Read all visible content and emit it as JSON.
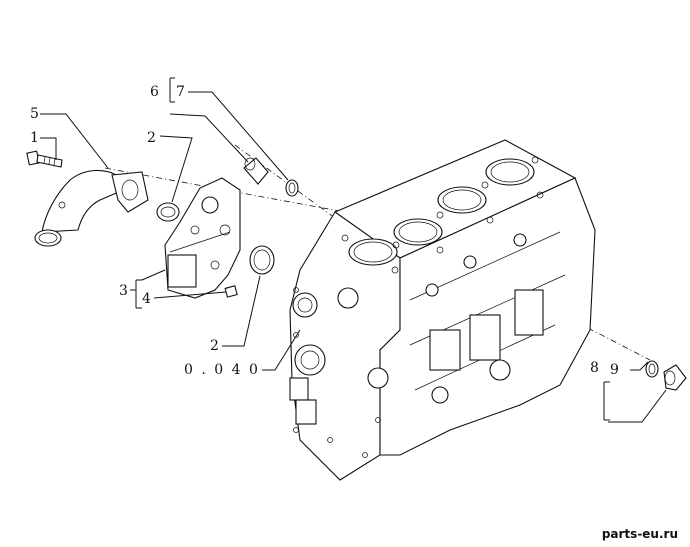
{
  "callouts": {
    "c1": "1",
    "c2a": "2",
    "c2b": "2",
    "c3": "3",
    "c4": "4",
    "c5": "5",
    "c6": "6",
    "c7": "7",
    "c8": "8",
    "c9": "9",
    "ref": "0 . 0 4 0"
  },
  "watermark": "parts-eu.ru"
}
